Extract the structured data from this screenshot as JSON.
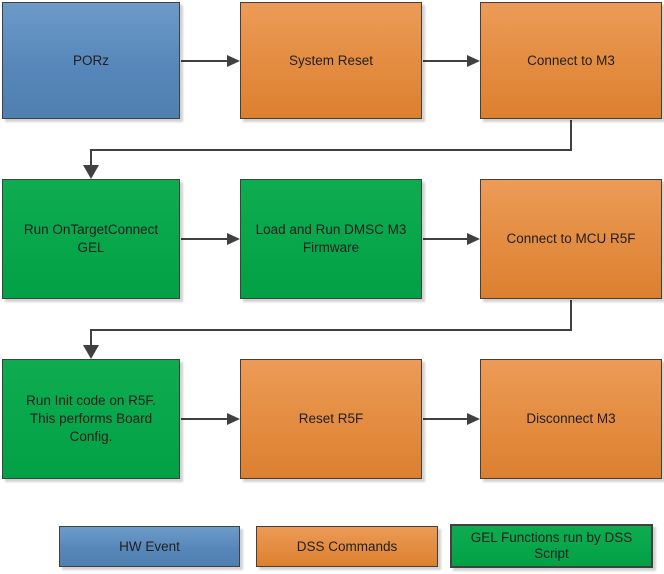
{
  "diagram": {
    "nodes": [
      {
        "id": "porz",
        "label": "PORz",
        "type": "hw-event"
      },
      {
        "id": "system-reset",
        "label": "System Reset",
        "type": "dss-command"
      },
      {
        "id": "connect-to-m3",
        "label": "Connect to M3",
        "type": "dss-command"
      },
      {
        "id": "run-ontargetconnect-gel",
        "label": "Run OnTargetConnect GEL",
        "type": "gel-function"
      },
      {
        "id": "load-run-dmsc-m3-firmware",
        "label": "Load and Run DMSC M3 Firmware",
        "type": "gel-function"
      },
      {
        "id": "connect-to-mcu-r5f",
        "label": "Connect to MCU R5F",
        "type": "dss-command"
      },
      {
        "id": "run-init-code-r5f",
        "label": "Run Init code on R5F. This performs Board Config.",
        "type": "gel-function"
      },
      {
        "id": "reset-r5f",
        "label": "Reset R5F",
        "type": "dss-command"
      },
      {
        "id": "disconnect-m3",
        "label": "Disconnect M3",
        "type": "dss-command"
      }
    ],
    "flow_order": [
      "PORz",
      "System Reset",
      "Connect to M3",
      "Run OnTargetConnect GEL",
      "Load and Run DMSC M3 Firmware",
      "Connect to MCU R5F",
      "Run Init code on R5F. This performs Board Config.",
      "Reset R5F",
      "Disconnect M3"
    ],
    "legend": [
      {
        "label": "HW Event",
        "type": "hw-event"
      },
      {
        "label": "DSS Commands",
        "type": "dss-command"
      },
      {
        "label": "GEL Functions run by DSS Script",
        "type": "gel-function"
      }
    ],
    "colors": {
      "hw_event_fill": "#5787ba",
      "dss_command_fill": "#e48d42",
      "gel_function_fill": "#08a74b",
      "connector": "#404040",
      "border": "#404040",
      "background": "#ffffff"
    }
  }
}
